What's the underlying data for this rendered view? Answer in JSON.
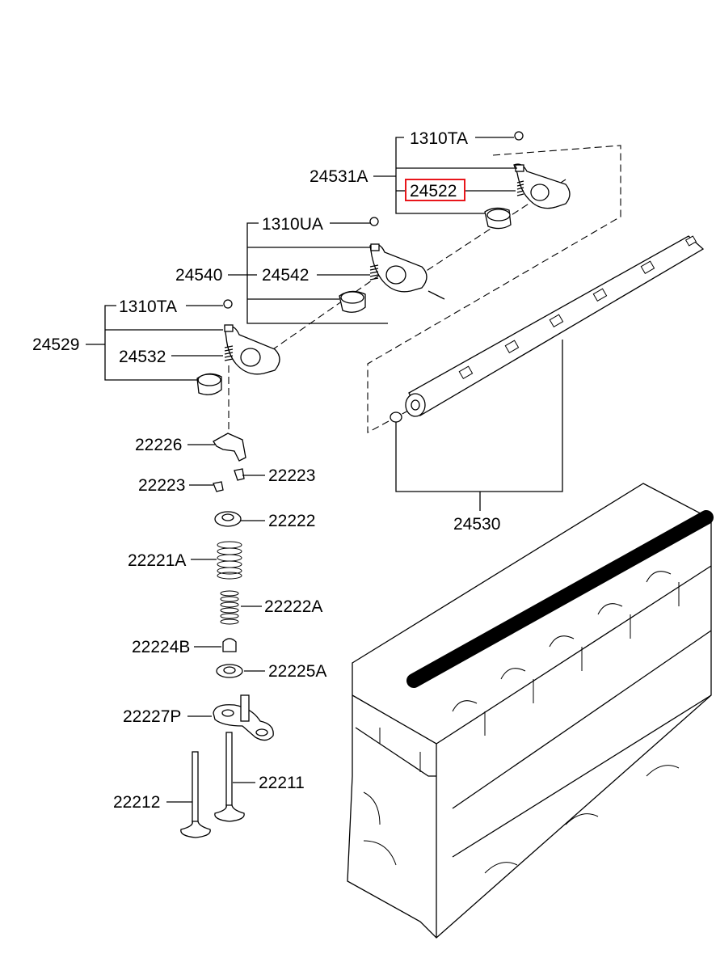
{
  "diagram": {
    "highlight_color": "#e8161b",
    "labels": {
      "p1310TA_top": "1310TA",
      "p24531A": "24531A",
      "p24522": "24522",
      "p1310UA": "1310UA",
      "p24540": "24540",
      "p24542": "24542",
      "p1310TA_mid": "1310TA",
      "p24529": "24529",
      "p24532": "24532",
      "p22226": "22226",
      "p22223_right": "22223",
      "p22223_left": "22223",
      "p22222": "22222",
      "p22221A": "22221A",
      "p22222A": "22222A",
      "p22224B": "22224B",
      "p22225A": "22225A",
      "p22227P": "22227P",
      "p22211": "22211",
      "p22212": "22212",
      "p24530": "24530"
    }
  }
}
